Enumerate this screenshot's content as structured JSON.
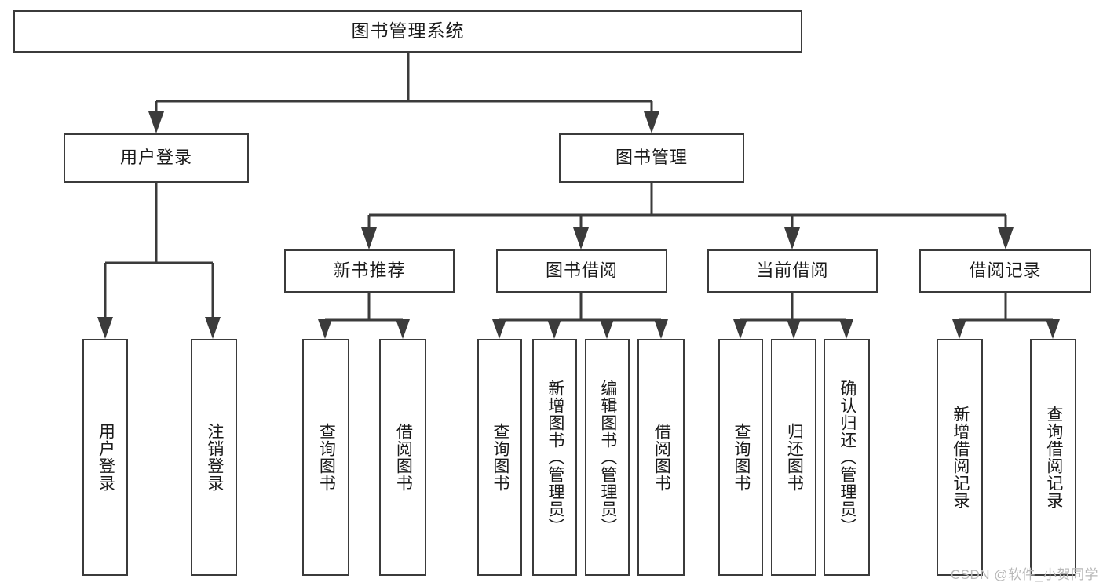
{
  "diagram": {
    "title": "图书管理系统",
    "watermark": "CSDN @软件_小贺同学",
    "line_color": "#3b3b3b",
    "box_fill": "#ffffff",
    "text_color": "#1a1a1a",
    "levels": {
      "root": {
        "label": "图书管理系统"
      },
      "level2": [
        {
          "label": "用户登录"
        },
        {
          "label": "图书管理"
        }
      ],
      "level3": [
        {
          "label": "新书推荐"
        },
        {
          "label": "图书借阅"
        },
        {
          "label": "当前借阅"
        },
        {
          "label": "借阅记录"
        }
      ]
    },
    "leaves": {
      "user_login": [
        {
          "label": "用户登录"
        },
        {
          "label": "注销登录"
        }
      ],
      "new_book_recommend": [
        {
          "label": "查询图书"
        },
        {
          "label": "借阅图书"
        }
      ],
      "book_borrow": [
        {
          "label": "查询图书"
        },
        {
          "label": "新增图书（管理员）"
        },
        {
          "label": "编辑图书（管理员）"
        },
        {
          "label": "借阅图书"
        }
      ],
      "current_borrow": [
        {
          "label": "查询图书"
        },
        {
          "label": "归还图书"
        },
        {
          "label": "确认归还（管理员）"
        }
      ],
      "borrow_record": [
        {
          "label": "新增借阅记录"
        },
        {
          "label": "查询借阅记录"
        }
      ]
    }
  }
}
